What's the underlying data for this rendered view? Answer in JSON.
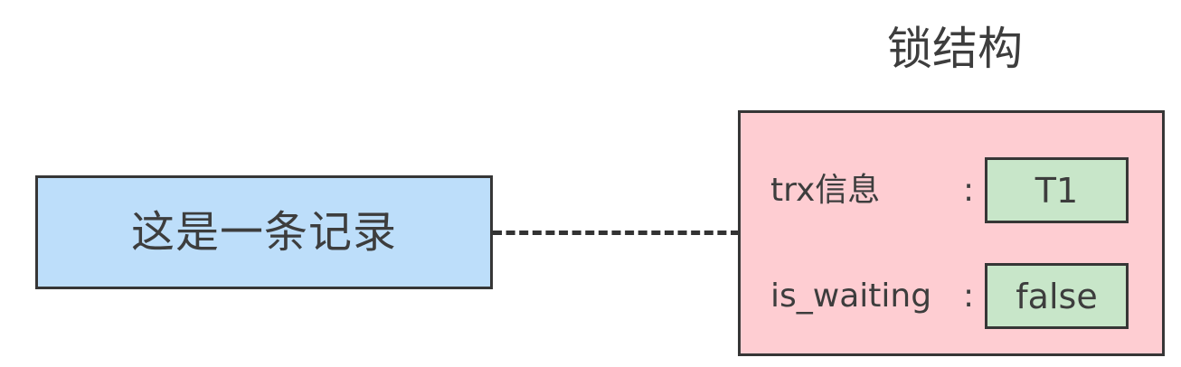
{
  "diagram": {
    "record": {
      "label": "这是一条记录",
      "fill_color": "#bddefa",
      "border_color": "#363636"
    },
    "connector": {
      "style": "dashed",
      "color": "#333333"
    },
    "lock_structure": {
      "title": "锁结构",
      "fill_color": "#fecdd2",
      "value_fill_color": "#c8e6c9",
      "border_color": "#363636",
      "rows": [
        {
          "key": "trx信息",
          "separator": ":",
          "value": "T1"
        },
        {
          "key": "is_waiting",
          "separator": ":",
          "value": "false"
        }
      ]
    }
  }
}
